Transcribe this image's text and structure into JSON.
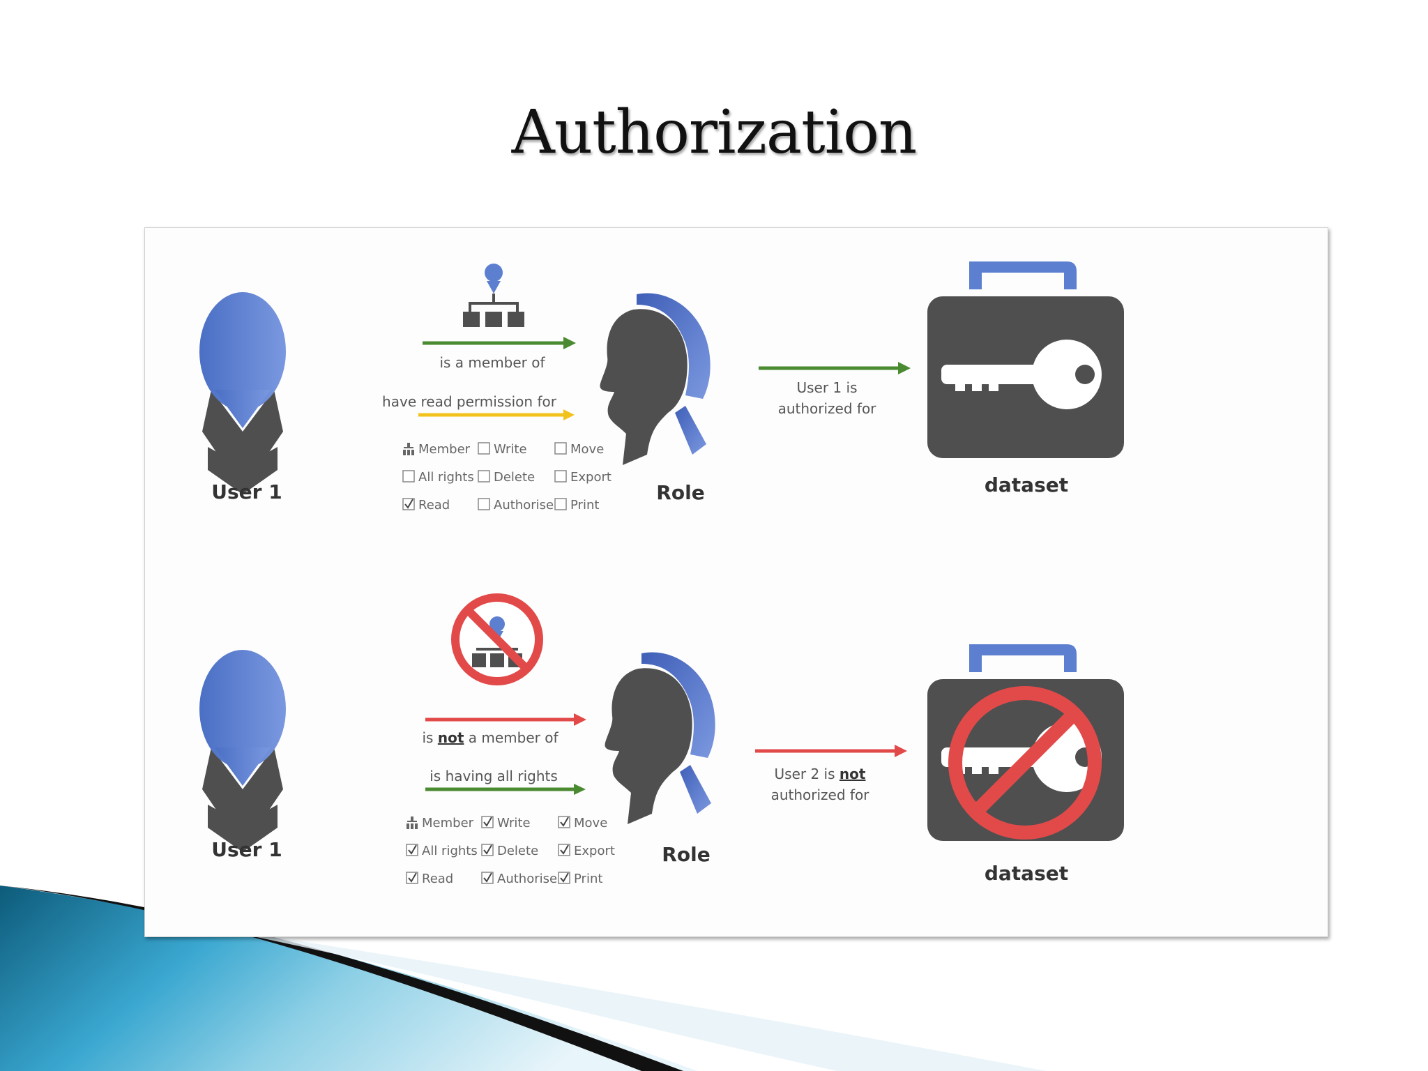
{
  "title": "Authorization",
  "colors": {
    "head_blue": "#5c7fd0",
    "dark_gray": "#4f4f4f",
    "green": "#4a8a30",
    "yellow": "#f2c21c",
    "red": "#e24a4a"
  },
  "icons": [
    "user-icon",
    "group-hierarchy-icon",
    "role-head-icon",
    "lock-key-icon",
    "prohibited-icon"
  ],
  "scenarios": [
    {
      "user_label": "User 1",
      "membership_label": "is a member of",
      "permission_label": "have read permission for",
      "role_label": "Role",
      "auth_line1": "User 1 is",
      "auth_line2": "authorized for",
      "dataset_label": "dataset",
      "denied": false,
      "checkboxes": [
        {
          "label": "Member",
          "checked": false,
          "icon": "hierarchy-icon"
        },
        {
          "label": "Write",
          "checked": false
        },
        {
          "label": "Move",
          "checked": false
        },
        {
          "label": "All rights",
          "checked": false
        },
        {
          "label": "Delete",
          "checked": false
        },
        {
          "label": "Export",
          "checked": false
        },
        {
          "label": "Read",
          "checked": true
        },
        {
          "label": "Authorise",
          "checked": false
        },
        {
          "label": "Print",
          "checked": false
        }
      ]
    },
    {
      "user_label": "User 1",
      "membership_prefix": "is",
      "membership_not": "not",
      "membership_suffix": "a member of",
      "permission_label": "is having all rights",
      "role_label": "Role",
      "auth_line1_prefix": "User 2 is",
      "auth_line1_not": "not",
      "auth_line2": "authorized for",
      "dataset_label": "dataset",
      "denied": true,
      "checkboxes": [
        {
          "label": "Member",
          "checked": false,
          "icon": "hierarchy-icon"
        },
        {
          "label": "Write",
          "checked": true
        },
        {
          "label": "Move",
          "checked": true
        },
        {
          "label": "All rights",
          "checked": true
        },
        {
          "label": "Delete",
          "checked": true
        },
        {
          "label": "Export",
          "checked": true
        },
        {
          "label": "Read",
          "checked": true
        },
        {
          "label": "Authorise",
          "checked": true
        },
        {
          "label": "Print",
          "checked": true
        }
      ]
    }
  ]
}
